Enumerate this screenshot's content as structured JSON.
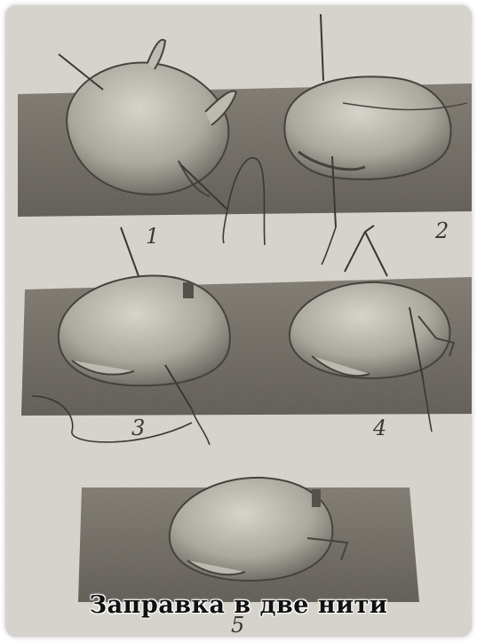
{
  "figure": {
    "labels": [
      "1",
      "2",
      "3",
      "4",
      "5"
    ],
    "caption": "Заправка в две нити"
  },
  "colors": {
    "paper": "#d8d5cd",
    "board": "#6f6b62",
    "bird_light": "#c9c5bb",
    "bird_shadow": "#5b5750",
    "ink": "#2e2c28"
  }
}
